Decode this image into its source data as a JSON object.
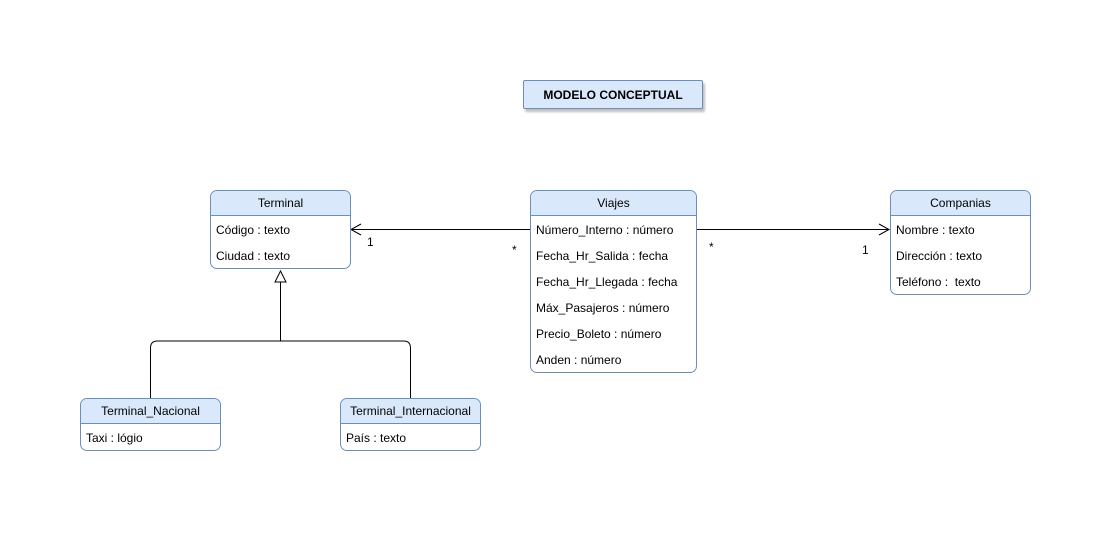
{
  "title": "MODELO CONCEPTUAL",
  "classes": {
    "terminal": {
      "name": "Terminal",
      "attributes": [
        "Código : texto",
        "Ciudad : texto"
      ]
    },
    "viajes": {
      "name": "Viajes",
      "attributes": [
        "Número_Interno : número",
        "Fecha_Hr_Salida : fecha",
        "Fecha_Hr_Llegada : fecha",
        "Máx_Pasajeros : número",
        "Precio_Boleto : número",
        "Anden : número"
      ]
    },
    "companias": {
      "name": "Companias",
      "attributes": [
        "Nombre : texto",
        "Dirección : texto",
        "Teléfono :  texto"
      ]
    },
    "terminal_nacional": {
      "name": "Terminal_Nacional",
      "attributes": [
        "Taxi : lógio"
      ]
    },
    "terminal_internacional": {
      "name": "Terminal_Internacional",
      "attributes": [
        "País : texto"
      ]
    }
  },
  "multiplicities": {
    "viajes_terminal_terminal_end": "1",
    "viajes_terminal_viajes_end": "*",
    "viajes_companias_viajes_end": "*",
    "viajes_companias_companias_end": "1"
  },
  "colors": {
    "header_fill": "#dae8fc",
    "border": "#6c8ebf",
    "line": "#000000"
  }
}
